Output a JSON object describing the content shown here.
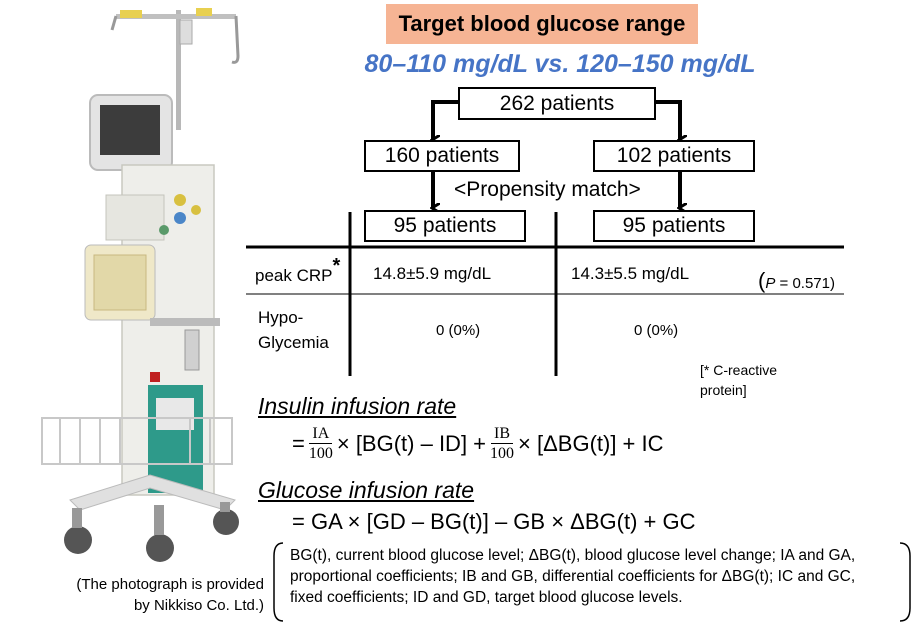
{
  "title": "Target blood glucose range",
  "range_text": "80–110 mg/dL  vs.  120–150 mg/dL",
  "flow": {
    "top": "262 patients",
    "left_mid": "160 patients",
    "right_mid": "102 patients",
    "match": "<Propensity match>",
    "left_bottom": "95 patients",
    "right_bottom": "95 patients"
  },
  "table": {
    "row1_label": "peak CRP",
    "row1_star": "*",
    "row1_left": "14.8±5.9 mg/dL",
    "row1_right": "14.3±5.5 mg/dL",
    "p_open": "(",
    "p_letter": "P",
    "p_value": " = 0.571)",
    "row2_label_a": "Hypo-",
    "row2_label_b": "Glycemia",
    "row2_left": "0 (0%)",
    "row2_right": "0 (0%)",
    "note_a": "[* C-reactive",
    "note_b": "protein]"
  },
  "insulin": {
    "heading": "Insulin infusion rate",
    "eq": "=",
    "f1_num": "IA",
    "f1_den": "100",
    "t1": "× [BG(t) – ID] +",
    "f2_num": "IB",
    "f2_den": "100",
    "t2": "× [ΔBG(t)] + IC"
  },
  "glucose": {
    "heading": "Glucose infusion rate",
    "formula": "= GA × [GD – BG(t)] – GB × ΔBG(t) + GC"
  },
  "legend": "BG(t), current blood glucose level; ΔBG(t), blood glucose level change; IA and GA, proportional coefficients; IB and GB, differential coefficients for ΔBG(t); IC and GC, fixed coefficients; ID and GD, target blood glucose levels.",
  "caption_a": "(The photograph is provided",
  "caption_b": "by Nikkiso Co. Ltd.)"
}
